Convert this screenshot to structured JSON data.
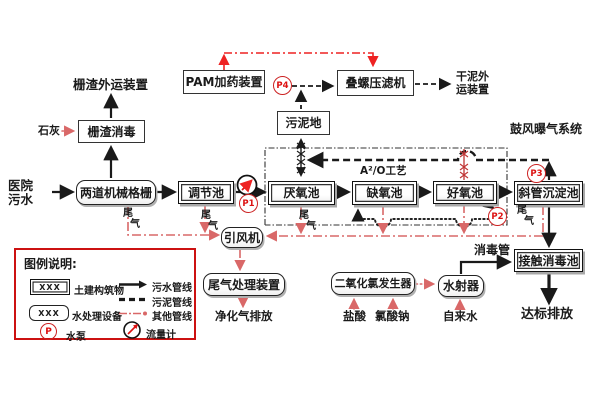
{
  "colors": {
    "accent_red": "#cc1111",
    "pipe_pink": "#d96868",
    "bright_red": "#ee2222",
    "line_black": "#1a1a1a"
  },
  "flow": {
    "influent": "医院\n污水",
    "bar_screen": "两道机械格栅",
    "equalization_tank": "调节池",
    "anaerobic_tank": "厌氧池",
    "anoxic_tank": "缺氧池",
    "aerobic_tank": "好氧池",
    "lamella_clarifier": "斜管沉淀池",
    "contact_tank": "接触消毒池",
    "discharge": "达标排放",
    "a2o_label": "A²/O工艺",
    "blower_system": "鼓风曝气系统"
  },
  "screenings": {
    "lime": "石灰",
    "disinfection": "栅渣消毒",
    "removal": "栅渣外运装置"
  },
  "sludge": {
    "pam_dosing": "PAM加药装置",
    "tank": "污泥地",
    "screw_press": "叠螺压滤机",
    "dry_removal": "干泥外\n运装置"
  },
  "offgas": {
    "fan": "引风机",
    "treatment": "尾气处理装置",
    "clean_gas": "净化气排放",
    "tail_gas_c1": "尾",
    "tail_gas_c2": "气"
  },
  "disinfection": {
    "generator": "二氧化氯发生器",
    "hcl": "盐酸",
    "sodium_chlorate": "氯酸钠",
    "ejector": "水射器",
    "tap_water": "自来水",
    "pipe_label": "消毒管"
  },
  "pumps": {
    "p1": "P1",
    "p2": "P2",
    "p3": "P3",
    "p4": "P4",
    "symbol": "P"
  },
  "legend": {
    "title": "图例说明:",
    "civil_sample": "XXX",
    "civil_label": "土建构筑物",
    "equip_sample": "XXX",
    "equip_label": "水处理设备",
    "pump_label": "水泵",
    "sewage_label": "污水管线",
    "sludge_label": "污泥管线",
    "other_label": "其他管线",
    "meter_label": "流量计"
  }
}
